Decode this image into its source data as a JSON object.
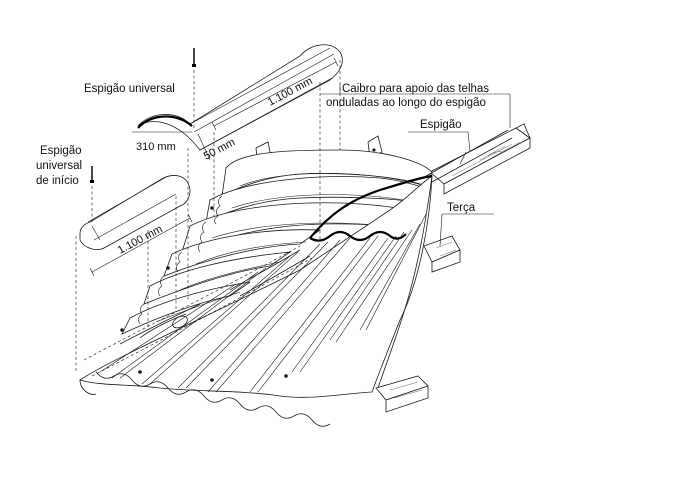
{
  "labels": {
    "espigao_universal": "Espigão universal",
    "espigao_inicio_1": "Espigão",
    "espigao_inicio_2": "universal",
    "espigao_inicio_3": "de início",
    "caibro_1": "Caibro para apoio das telhas",
    "caibro_2": "onduladas ao longo do espigão",
    "espigao": "Espigão",
    "terca": "Terça"
  },
  "dimensions": {
    "length_top": "1.100 mm",
    "length_left": "1.100 mm",
    "width": "310 mm",
    "overlap": "50 mm"
  },
  "icons": {
    "fixing_screw_top": "screw-icon",
    "fixing_screw_left": "screw-icon"
  }
}
